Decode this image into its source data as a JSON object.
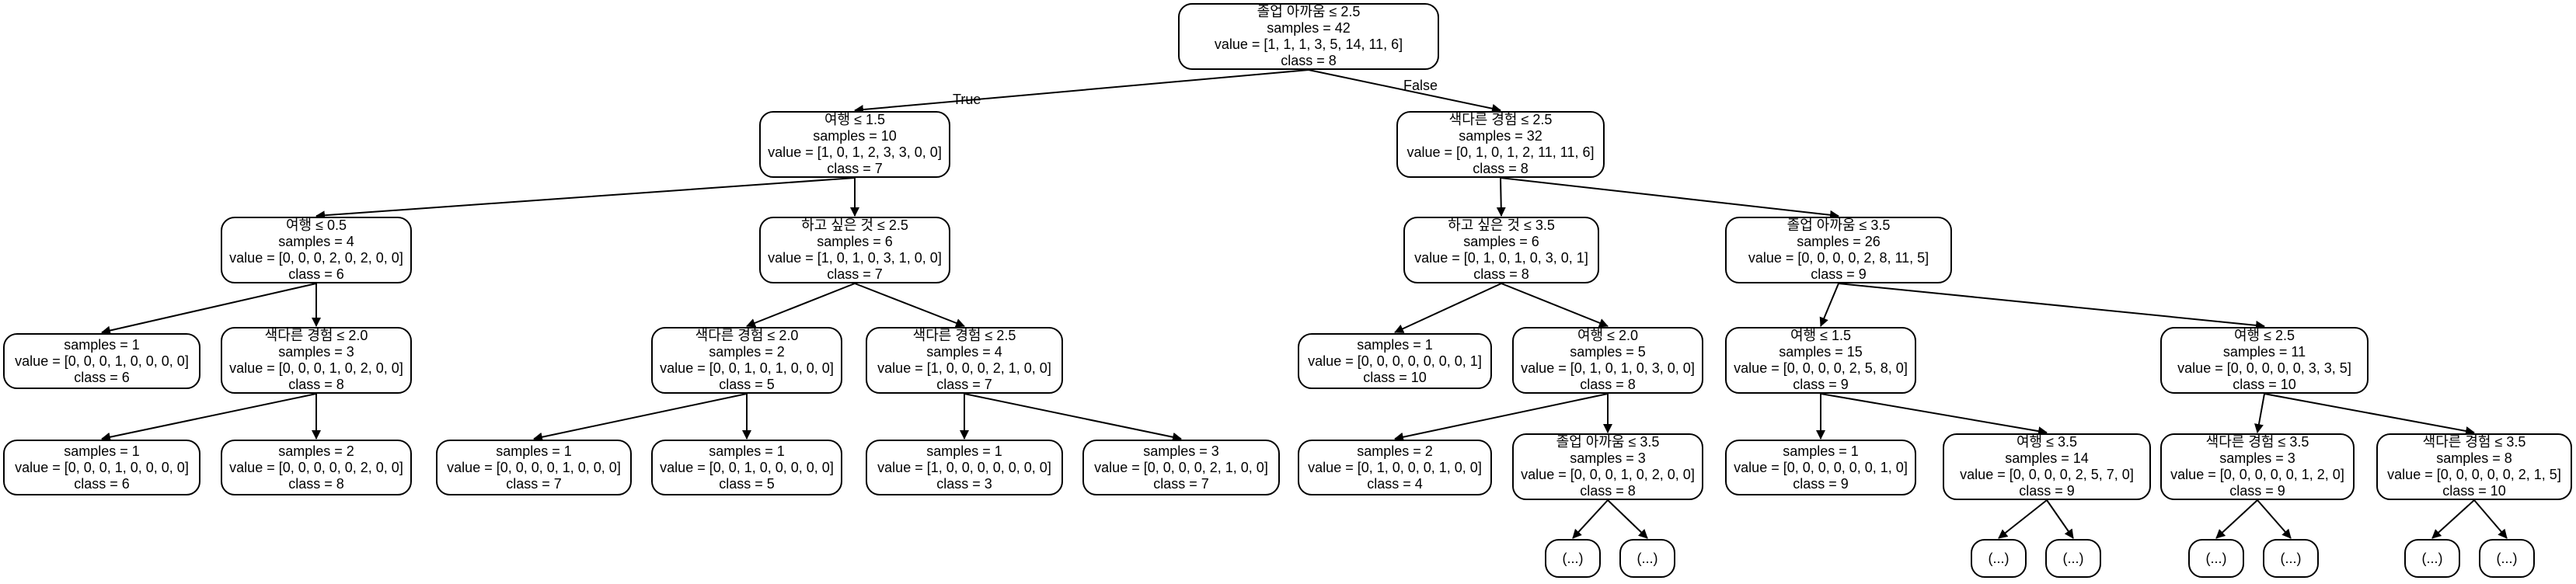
{
  "edge_labels": {
    "true_label": "True",
    "false_label": "False"
  },
  "nodes": {
    "n0": {
      "lines": [
        "졸업 아까움 ≤ 2.5",
        "samples = 42",
        "value = [1, 1, 1, 3, 5, 14, 11, 6]",
        "class = 8"
      ]
    },
    "n1": {
      "lines": [
        "여행 ≤ 1.5",
        "samples = 10",
        "value = [1, 0, 1, 2, 3, 3, 0, 0]",
        "class = 7"
      ]
    },
    "n2": {
      "lines": [
        "색다른 경험 ≤ 2.5",
        "samples = 32",
        "value = [0, 1, 0, 1, 2, 11, 11, 6]",
        "class = 8"
      ]
    },
    "n3": {
      "lines": [
        "여행 ≤ 0.5",
        "samples = 4",
        "value = [0, 0, 0, 2, 0, 2, 0, 0]",
        "class = 6"
      ]
    },
    "n4": {
      "lines": [
        "하고 싶은 것 ≤ 2.5",
        "samples = 6",
        "value = [1, 0, 1, 0, 3, 1, 0, 0]",
        "class = 7"
      ]
    },
    "n5": {
      "lines": [
        "하고 싶은 것 ≤ 3.5",
        "samples = 6",
        "value = [0, 1, 0, 1, 0, 3, 0, 1]",
        "class = 8"
      ]
    },
    "n6": {
      "lines": [
        "졸업 아까움 ≤ 3.5",
        "samples = 26",
        "value = [0, 0, 0, 0, 2, 8, 11, 5]",
        "class = 9"
      ]
    },
    "n7": {
      "lines": [
        "samples = 1",
        "value = [0, 0, 0, 1, 0, 0, 0, 0]",
        "class = 6"
      ]
    },
    "n8": {
      "lines": [
        "색다른 경험 ≤ 2.0",
        "samples = 3",
        "value = [0, 0, 0, 1, 0, 2, 0, 0]",
        "class = 8"
      ]
    },
    "n9": {
      "lines": [
        "색다른 경험 ≤ 2.0",
        "samples = 2",
        "value = [0, 0, 1, 0, 1, 0, 0, 0]",
        "class = 5"
      ]
    },
    "n10": {
      "lines": [
        "색다른 경험 ≤ 2.5",
        "samples = 4",
        "value = [1, 0, 0, 0, 2, 1, 0, 0]",
        "class = 7"
      ]
    },
    "n11": {
      "lines": [
        "samples = 1",
        "value = [0, 0, 0, 0, 0, 0, 0, 1]",
        "class = 10"
      ]
    },
    "n12": {
      "lines": [
        "여행 ≤ 2.0",
        "samples = 5",
        "value = [0, 1, 0, 1, 0, 3, 0, 0]",
        "class = 8"
      ]
    },
    "n13": {
      "lines": [
        "여행 ≤ 1.5",
        "samples = 15",
        "value = [0, 0, 0, 0, 2, 5, 8, 0]",
        "class = 9"
      ]
    },
    "n14": {
      "lines": [
        "여행 ≤ 2.5",
        "samples = 11",
        "value = [0, 0, 0, 0, 0, 3, 3, 5]",
        "class = 10"
      ]
    },
    "n15": {
      "lines": [
        "samples = 1",
        "value = [0, 0, 0, 1, 0, 0, 0, 0]",
        "class = 6"
      ]
    },
    "n16": {
      "lines": [
        "samples = 2",
        "value = [0, 0, 0, 0, 0, 2, 0, 0]",
        "class = 8"
      ]
    },
    "n17": {
      "lines": [
        "samples = 1",
        "value = [0, 0, 0, 0, 1, 0, 0, 0]",
        "class = 7"
      ]
    },
    "n18": {
      "lines": [
        "samples = 1",
        "value = [0, 0, 1, 0, 0, 0, 0, 0]",
        "class = 5"
      ]
    },
    "n19": {
      "lines": [
        "samples = 1",
        "value = [1, 0, 0, 0, 0, 0, 0, 0]",
        "class = 3"
      ]
    },
    "n20": {
      "lines": [
        "samples = 3",
        "value = [0, 0, 0, 0, 2, 1, 0, 0]",
        "class = 7"
      ]
    },
    "n21": {
      "lines": [
        "samples = 2",
        "value = [0, 1, 0, 0, 0, 1, 0, 0]",
        "class = 4"
      ]
    },
    "n22": {
      "lines": [
        "졸업 아까움 ≤ 3.5",
        "samples = 3",
        "value = [0, 0, 0, 1, 0, 2, 0, 0]",
        "class = 8"
      ]
    },
    "n23": {
      "lines": [
        "samples = 1",
        "value = [0, 0, 0, 0, 0, 0, 1, 0]",
        "class = 9"
      ]
    },
    "n24": {
      "lines": [
        "여행 ≤ 3.5",
        "samples = 14",
        "value = [0, 0, 0, 0, 2, 5, 7, 0]",
        "class = 9"
      ]
    },
    "n25": {
      "lines": [
        "색다른 경험 ≤ 3.5",
        "samples = 3",
        "value = [0, 0, 0, 0, 0, 1, 2, 0]",
        "class = 9"
      ]
    },
    "n26": {
      "lines": [
        "색다른 경험 ≤ 3.5",
        "samples = 8",
        "value = [0, 0, 0, 0, 0, 2, 1, 5]",
        "class = 10"
      ]
    },
    "t1": {
      "lines": [
        "(...)"
      ]
    },
    "t2": {
      "lines": [
        "(...)"
      ]
    },
    "t3": {
      "lines": [
        "(...)"
      ]
    },
    "t4": {
      "lines": [
        "(...)"
      ]
    },
    "t5": {
      "lines": [
        "(...)"
      ]
    },
    "t6": {
      "lines": [
        "(...)"
      ]
    },
    "t7": {
      "lines": [
        "(...)"
      ]
    },
    "t8": {
      "lines": [
        "(...)"
      ]
    }
  }
}
